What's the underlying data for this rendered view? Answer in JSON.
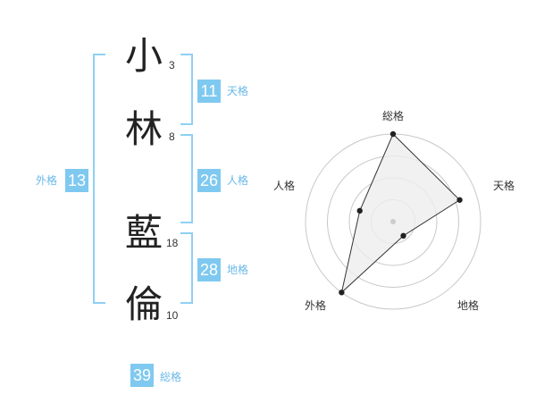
{
  "name": {
    "characters": [
      {
        "char": "小",
        "strokes": "3"
      },
      {
        "char": "林",
        "strokes": "8"
      },
      {
        "char": "藍",
        "strokes": "18"
      },
      {
        "char": "倫",
        "strokes": "10"
      }
    ]
  },
  "kakusu": {
    "tenkaku": {
      "value": "11",
      "label": "天格"
    },
    "jinkaku": {
      "value": "26",
      "label": "人格"
    },
    "chikaku": {
      "value": "28",
      "label": "地格"
    },
    "gaikaku": {
      "value": "13",
      "label": "外格"
    },
    "soukaku": {
      "value": "39",
      "label": "総格"
    }
  },
  "colors": {
    "accent": "#7fc9f0",
    "bracket": "#8fd0f4",
    "label": "#6ab8e8",
    "radar_fill": "#eeeeee"
  },
  "chart_data": {
    "type": "radar",
    "axes": [
      "総格",
      "天格",
      "地格",
      "外格",
      "人格"
    ],
    "values": [
      5,
      4,
      1,
      5,
      2
    ],
    "range": [
      0,
      5
    ],
    "grid_rings": 4
  }
}
